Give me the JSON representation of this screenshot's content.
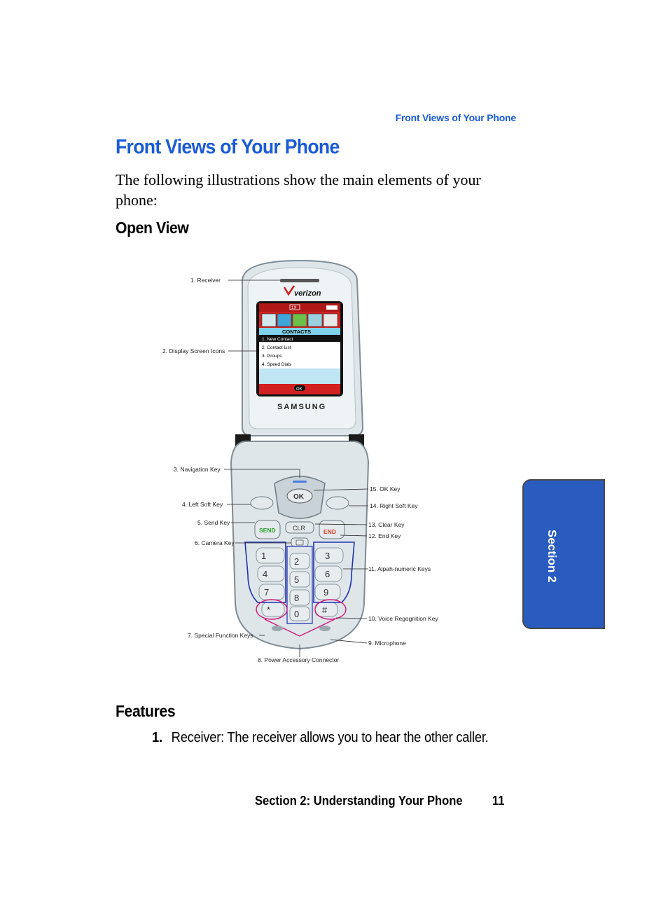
{
  "header": {
    "running_head": "Front Views of Your Phone"
  },
  "title": "Front Views of Your Phone",
  "intro": "The following illustrations show the main elements of your phone:",
  "open_view_heading": "Open View",
  "figure": {
    "screen": {
      "brand": "verizon",
      "status": "1X",
      "menu_title": "CONTACTS",
      "menu_items": [
        "1.  New Contact",
        "2.  Contact List",
        "3.  Groups",
        "4.  Speed Dials"
      ],
      "ok": "OK",
      "maker": "SAMSUNG"
    },
    "keys": {
      "ok": "OK",
      "clr": "CLR",
      "send": "SEND",
      "end": "END",
      "k1": "1",
      "k2": "2",
      "k3": "3",
      "k4": "4",
      "k5": "5",
      "k6": "6",
      "k7": "7",
      "k8": "8",
      "k9": "9",
      "kstar": "*",
      "k0": "0",
      "khash": "#"
    },
    "callouts": {
      "c1": "1. Receiver",
      "c2": "2. Display Screen Icons",
      "c3": "3. Navigation Key",
      "c4": "4. Left Soft Key",
      "c5": "5. Send Key",
      "c6": "6. Camera Key",
      "c7": "7. Special Function Keys",
      "c8": "8. Power Accessory Connector",
      "c9": "9. Microphone",
      "c10": "10. Voice Regognition Key",
      "c11": "11. Alpah-numeric Keys",
      "c12": "12. End Key",
      "c13": "13. Clear Key",
      "c14": "14. Right Soft Key",
      "c15": "15. OK Key"
    },
    "colors": {
      "screen_red": "#d21f1f",
      "screen_blue": "#7fd2ea",
      "outline_blue": "#2030b0",
      "outline_pink": "#d01878"
    }
  },
  "features_heading": "Features",
  "features": [
    {
      "num": "1.",
      "text": "Receiver: The receiver allows you to hear the other caller."
    }
  ],
  "footer": {
    "section": "Section 2: Understanding Your Phone",
    "page": "11"
  },
  "tab": {
    "label": "Section 2"
  }
}
